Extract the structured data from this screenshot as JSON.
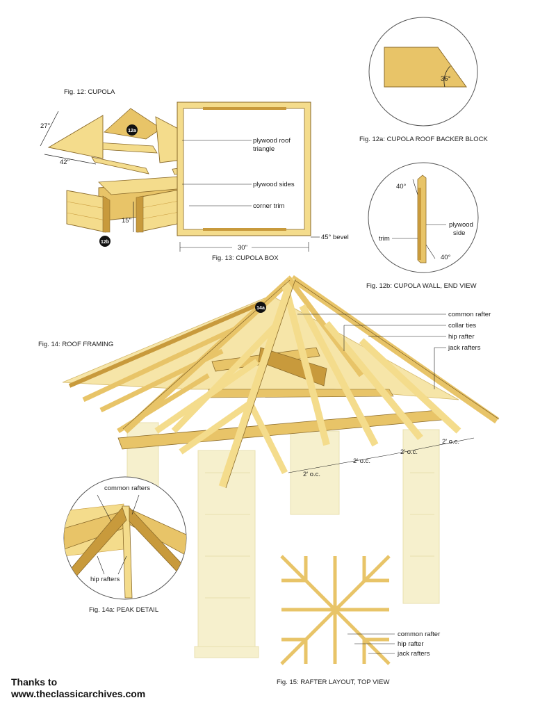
{
  "colors": {
    "wood_light": "#f4dc8c",
    "wood_mid": "#e8c468",
    "wood_dark": "#c89a3c",
    "wood_edge": "#8a6a2a",
    "ghost": "#f6efc8",
    "ink": "#1a1a1a"
  },
  "fig12": {
    "caption": "Fig. 12: CUPOLA",
    "badge_top": "12a",
    "badge_bottom": "12b",
    "dim_height": "27\"",
    "dim_width": "42\"",
    "dim_box_height": "15\""
  },
  "fig13": {
    "caption": "Fig. 13: CUPOLA BOX",
    "label_roof": "plywood roof",
    "label_roof_2": "triangle",
    "label_sides": "plywood sides",
    "label_trim": "corner trim",
    "label_bevel": "45° bevel",
    "dim_width": "30\""
  },
  "fig12a": {
    "caption": "Fig. 12a: CUPOLA ROOF BACKER BLOCK",
    "angle": "36°"
  },
  "fig12b": {
    "caption": "Fig. 12b: CUPOLA WALL, END VIEW",
    "angle_top": "40°",
    "angle_bottom": "40°",
    "label_trim": "trim",
    "label_side": "plywood",
    "label_side_2": "side"
  },
  "fig14": {
    "caption": "Fig. 14: ROOF FRAMING",
    "badge": "14a",
    "label_common": "common rafter",
    "label_collar": "collar ties",
    "label_hip": "hip rafter",
    "label_jack": "jack rafters",
    "spacing": [
      "2' o.c.",
      "2' o.c.",
      "2' o.c.",
      "2' o.c."
    ]
  },
  "fig14a": {
    "caption": "Fig. 14a: PEAK DETAIL",
    "label_common": "common rafters",
    "label_hip": "hip rafters"
  },
  "fig15": {
    "caption": "Fig. 15: RAFTER LAYOUT, TOP VIEW",
    "label_common": "common rafter",
    "label_hip": "hip rafter",
    "label_jack": "jack rafters"
  },
  "credit": {
    "line1": "Thanks to",
    "line2": "www.theclassicarchives.com"
  }
}
